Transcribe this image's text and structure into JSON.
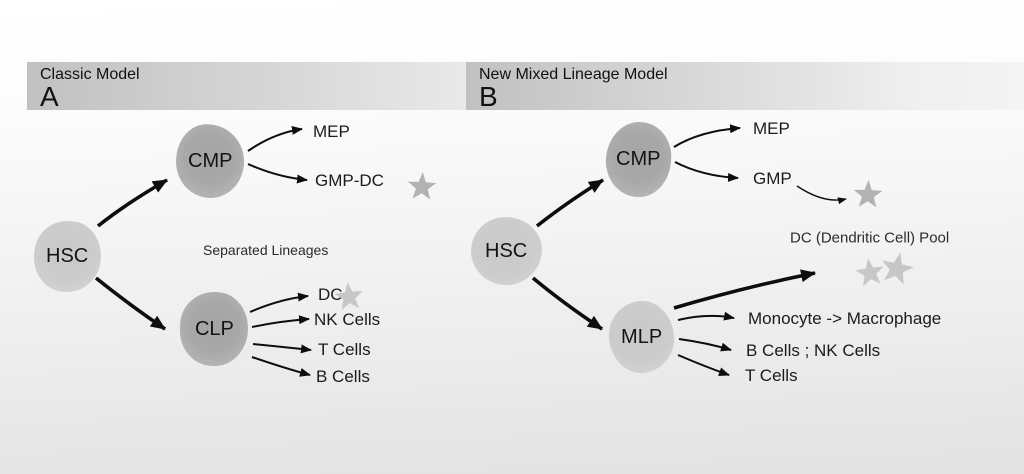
{
  "palette": {
    "bg_top": "#ffffff",
    "bg_bottom": "#e3e3e3",
    "bar_dark": "#c1c1c1",
    "bar_light": "#f4f4f4",
    "blob_dark": "#a8a8a8",
    "blob_light": "#cccccc",
    "star_medium": "#b2b2b2",
    "star_light": "#c7c7c7",
    "arrow": "#0d0d0d",
    "text": "#1b1b1b"
  },
  "panel_a": {
    "header": {
      "title": "Classic Model",
      "letter": "A"
    },
    "nodes": {
      "hsc": "HSC",
      "cmp": "CMP",
      "clp": "CLP"
    },
    "note": "Separated Lineages",
    "cmp_outputs": [
      "MEP",
      "GMP-DC"
    ],
    "clp_outputs": [
      "DC",
      "NK Cells",
      "T Cells",
      "B Cells"
    ],
    "star_icons": [
      "star-after-gmp-dc",
      "star-after-dc"
    ]
  },
  "panel_b": {
    "header": {
      "title": "New Mixed Lineage Model",
      "letter": "B"
    },
    "nodes": {
      "hsc": "HSC",
      "cmp": "CMP",
      "mlp": "MLP"
    },
    "pool_label": "DC (Dendritic Cell) Pool",
    "cmp_outputs": [
      "MEP",
      "GMP"
    ],
    "mlp_outputs": [
      "Monocyte -> Macrophage",
      "B Cells ; NK Cells",
      "T Cells"
    ],
    "star_icons": [
      "star-after-gmp",
      "dc-pool-star-1",
      "dc-pool-star-2"
    ]
  }
}
